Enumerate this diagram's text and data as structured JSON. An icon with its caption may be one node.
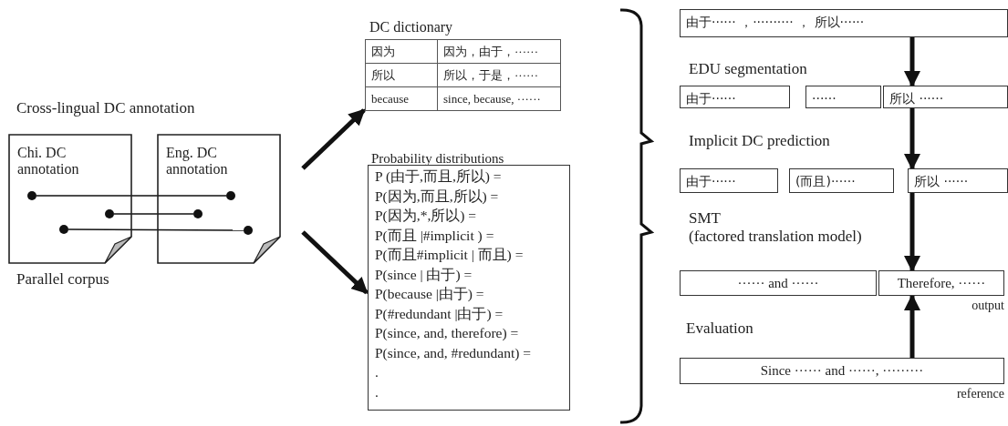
{
  "diagram": {
    "nodes": [
      {
        "text": [
          "Chi. DC annotation"
        ]
      },
      {
        "text": [
          "Eng. DC annotation"
        ]
      },
      {
        "text": [],
        "shape": "circle",
        "in": 0
      },
      {
        "text": [],
        "shape": "circle",
        "in": 0
      },
      {
        "text": [],
        "shape": "circle",
        "in": 0
      },
      {
        "text": [],
        "shape": "circle",
        "in": 1
      },
      {
        "text": [],
        "shape": "circle",
        "in": 1
      },
      {
        "text": [],
        "shape": "circle",
        "in": 1
      },
      {
        "text": [
          "DC dictionary"
        ]
      },
      {
        "text": [
          "Probability distributions",
          "P (由于,而且,所以) =",
          "P(因为,而且,所以) =",
          "P(因为,*,所以) =",
          "P(而且 |#implicit ) =",
          "P(而且#implicit | 而且) =",
          "P(since | 由于) =",
          "P(because |由于) =",
          "P(#redundant |由于) =",
          "P(since, and, therefore) =",
          "P(since, and, #redundant) =",
          ".",
          "."
        ]
      },
      {
        "text": [
          "由于······ ，·········· ， 所以······"
        ]
      },
      {
        "text": [
          "由于······"
        ]
      },
      {
        "text": [
          "······"
        ]
      },
      {
        "text": [
          "所以 ······"
        ]
      },
      {
        "text": [
          "由于······"
        ]
      },
      {
        "text": [
          "(而且)······"
        ]
      },
      {
        "text": [
          "所以 ······"
        ]
      },
      {
        "text": [
          "······ and ······"
        ]
      },
      {
        "text": [
          "Therefore, ······"
        ],
        "beside": [
          "output"
        ]
      },
      {
        "text": [
          "Since ······ and ······, ·········"
        ],
        "beside": [
          "reference"
        ]
      }
    ],
    "edges": [
      {
        "from": 2,
        "to": 5,
        "arrow": "none"
      },
      {
        "from": 3,
        "to": 6,
        "arrow": "none"
      },
      {
        "from": 4,
        "to": 7,
        "arrow": "none"
      },
      {
        "from": null,
        "to": 8,
        "arrow": "to"
      },
      {
        "from": null,
        "to": 9,
        "arrow": "to"
      },
      {
        "from": 10,
        "to": 13,
        "arrow": "to"
      },
      {
        "from": 13,
        "to": 16,
        "arrow": "to"
      },
      {
        "from": 16,
        "to": 18,
        "arrow": "to"
      },
      {
        "from": 19,
        "to": 18,
        "arrow": "to"
      }
    ],
    "labels": [
      "Cross-lingual DC annotation",
      "Parallel corpus",
      "因为",
      "因为，由于，······",
      "所以",
      "所以，于是，······",
      "because",
      "since, because, ······",
      "EDU segmentation",
      "Implicit DC prediction",
      "SMT (factored translation model)",
      "Evaluation"
    ]
  }
}
